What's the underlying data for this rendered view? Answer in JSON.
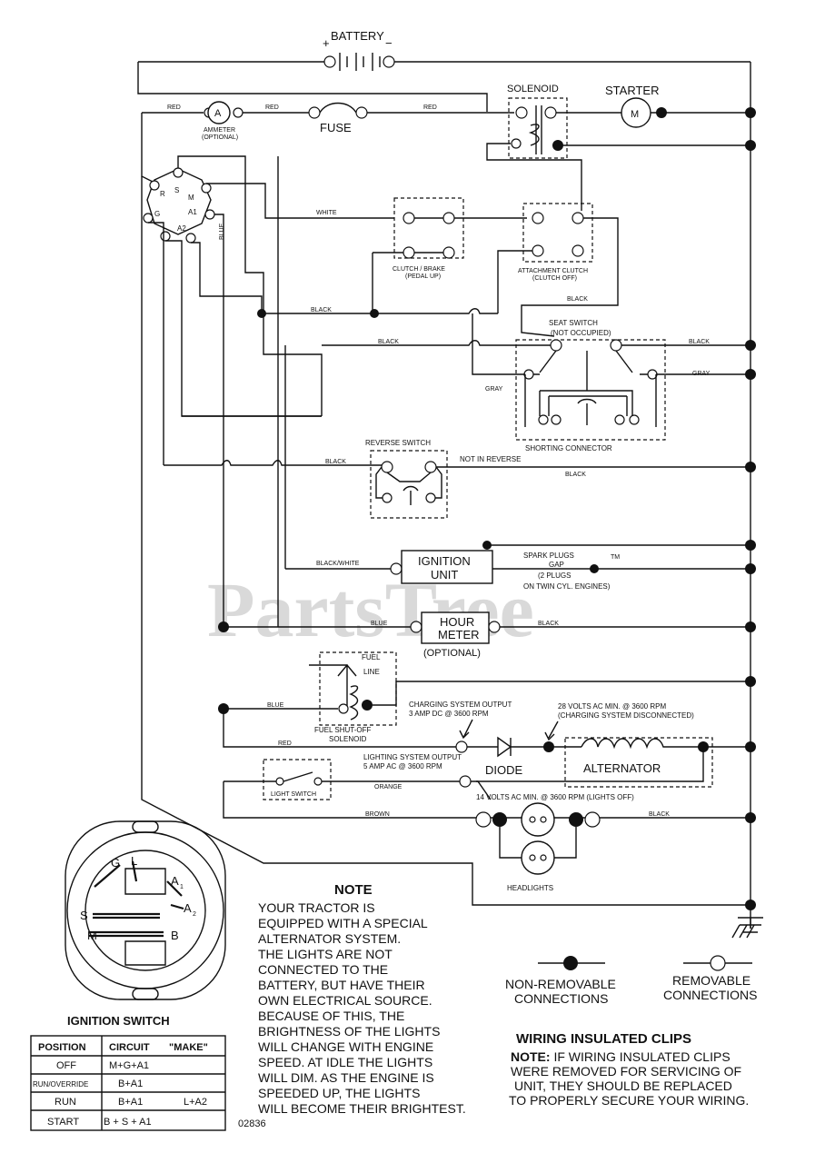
{
  "watermark": "PartsTree",
  "trademark": "TM",
  "components": {
    "battery": "BATTERY",
    "solenoid": "SOLENOID",
    "starter": "STARTER",
    "starter_symbol": "M",
    "ammeter_symbol": "A",
    "ammeter_label": "AMMETER",
    "ammeter_sub": "(OPTIONAL)",
    "fuse": "FUSE",
    "clutch_brake": "CLUTCH / BRAKE",
    "clutch_brake_sub": "(PEDAL UP)",
    "attachment_clutch": "ATTACHMENT CLUTCH",
    "attachment_clutch_sub": "(CLUTCH OFF)",
    "seat_switch": "SEAT SWITCH",
    "seat_switch_sub": "(NOT OCCUPIED)",
    "shorting_connector": "SHORTING CONNECTOR",
    "reverse_switch": "REVERSE SWITCH",
    "not_in_reverse": "NOT IN REVERSE",
    "ignition_unit_1": "IGNITION",
    "ignition_unit_2": "UNIT",
    "spark_plugs_1": "SPARK PLUGS",
    "spark_plugs_2": "GAP",
    "spark_plugs_3": "(2 PLUGS",
    "spark_plugs_4": "ON TWIN CYL. ENGINES)",
    "hour_meter_1": "HOUR",
    "hour_meter_2": "METER",
    "hour_meter_sub": "(OPTIONAL)",
    "fuel_line_1": "FUEL",
    "fuel_line_2": "LINE",
    "fuel_solenoid_1": "FUEL SHUT-OFF",
    "fuel_solenoid_2": "SOLENOID",
    "charging_output_1": "CHARGING SYSTEM OUTPUT",
    "charging_output_2": "3 AMP DC @ 3600 RPM",
    "volts_28_1": "28 VOLTS AC MIN. @ 3600 RPM",
    "volts_28_2": "(CHARGING SYSTEM DISCONNECTED)",
    "diode": "DIODE",
    "alternator": "ALTERNATOR",
    "lighting_output_1": "LIGHTING SYSTEM OUTPUT",
    "lighting_output_2": "5 AMP AC @ 3600 RPM",
    "volts_14": "14 VOLTS AC MIN. @ 3600 RPM (LIGHTS OFF)",
    "light_switch": "LIGHT SWITCH",
    "headlights": "HEADLIGHTS"
  },
  "wire_labels": {
    "red_1": "RED",
    "red_2": "RED",
    "red_3": "RED",
    "red_4": "RED",
    "white": "WHITE",
    "blue_1": "BLUE",
    "blue_2": "BLUE",
    "blue_3": "BLUE",
    "black_1": "BLACK",
    "black_2": "BLACK",
    "black_3": "BLACK",
    "black_4": "BLACK",
    "black_5": "BLACK",
    "black_6": "BLACK",
    "black_7": "BLACK",
    "gray_1": "GRAY",
    "gray_2": "GRAY",
    "black_white": "BLACK/WHITE",
    "orange": "ORANGE",
    "brown": "BROWN"
  },
  "ignition_terminals": [
    "R",
    "S",
    "M",
    "A1",
    "G",
    "L",
    "A2"
  ],
  "ignition_switch": {
    "title": "IGNITION SWITCH",
    "letters": {
      "g": "G",
      "l": "L",
      "a1": "A",
      "a1_sub": "1",
      "s": "S",
      "a2": "A",
      "a2_sub": "2",
      "m": "M",
      "b": "B"
    },
    "headers": [
      "POSITION",
      "CIRCUIT",
      "\"MAKE\""
    ],
    "rows": [
      {
        "position": "OFF",
        "circuit": "M+G+A1",
        "make": ""
      },
      {
        "position": "RUN/OVERRIDE",
        "circuit": "B+A1",
        "make": ""
      },
      {
        "position": "RUN",
        "circuit": "B+A1",
        "make": "L+A2"
      },
      {
        "position": "START",
        "circuit": "B + S + A1",
        "make": ""
      }
    ]
  },
  "part_number": "02836",
  "note": {
    "title": "NOTE",
    "lines": [
      "YOUR TRACTOR IS",
      "EQUIPPED WITH A SPECIAL",
      "ALTERNATOR SYSTEM.",
      "THE LIGHTS ARE NOT",
      "CONNECTED TO THE",
      "BATTERY, BUT HAVE THEIR",
      "OWN ELECTRICAL SOURCE.",
      "BECAUSE OF THIS, THE",
      "BRIGHTNESS OF THE LIGHTS",
      "WILL CHANGE WITH ENGINE",
      "SPEED.  AT IDLE THE LIGHTS",
      "WILL DIM.  AS THE ENGINE IS",
      "SPEEDED UP, THE LIGHTS",
      "WILL BECOME THEIR BRIGHTEST."
    ]
  },
  "legend": {
    "non_removable_1": "NON-REMOVABLE",
    "non_removable_2": "CONNECTIONS",
    "removable_1": "REMOVABLE",
    "removable_2": "CONNECTIONS"
  },
  "clips": {
    "title": "WIRING INSULATED CLIPS",
    "note_label": "NOTE:",
    "line1_rest": " IF WIRING INSULATED CLIPS",
    "line2": "WERE REMOVED FOR SERVICING OF",
    "line3": "UNIT, THEY SHOULD BE REPLACED",
    "line4": "TO PROPERLY SECURE YOUR WIRING."
  }
}
